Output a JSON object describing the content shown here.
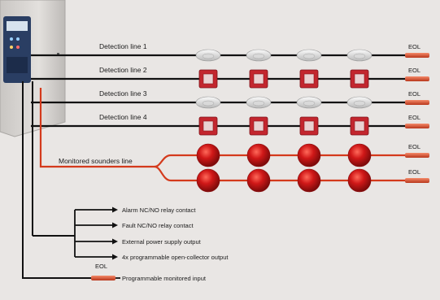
{
  "detection_lines": [
    {
      "label": "Detection line 1",
      "device": "smoke-detector"
    },
    {
      "label": "Detection line 2",
      "device": "manual-call-point"
    },
    {
      "label": "Detection line 3",
      "device": "smoke-detector"
    },
    {
      "label": "Detection line 4",
      "device": "manual-call-point"
    }
  ],
  "sounders": {
    "label": "Monitored sounders line",
    "branches": 2,
    "devices_per_branch": 4
  },
  "eol_label": "EOL",
  "outputs": [
    "Alarm NC/NO relay contact",
    "Fault NC/NO relay contact",
    "External power supply output",
    "4x programmable open-collector output"
  ],
  "input": {
    "label": "Programmable monitored input",
    "eol_label": "EOL"
  },
  "colors": {
    "background": "#e9e6e4",
    "wire": "#111111",
    "sounder_wire": "#d43a1c",
    "eol": "#e05a3a",
    "call_point": "#c3262e",
    "sounder": "#d01818",
    "panel": "#d6d3d0"
  }
}
